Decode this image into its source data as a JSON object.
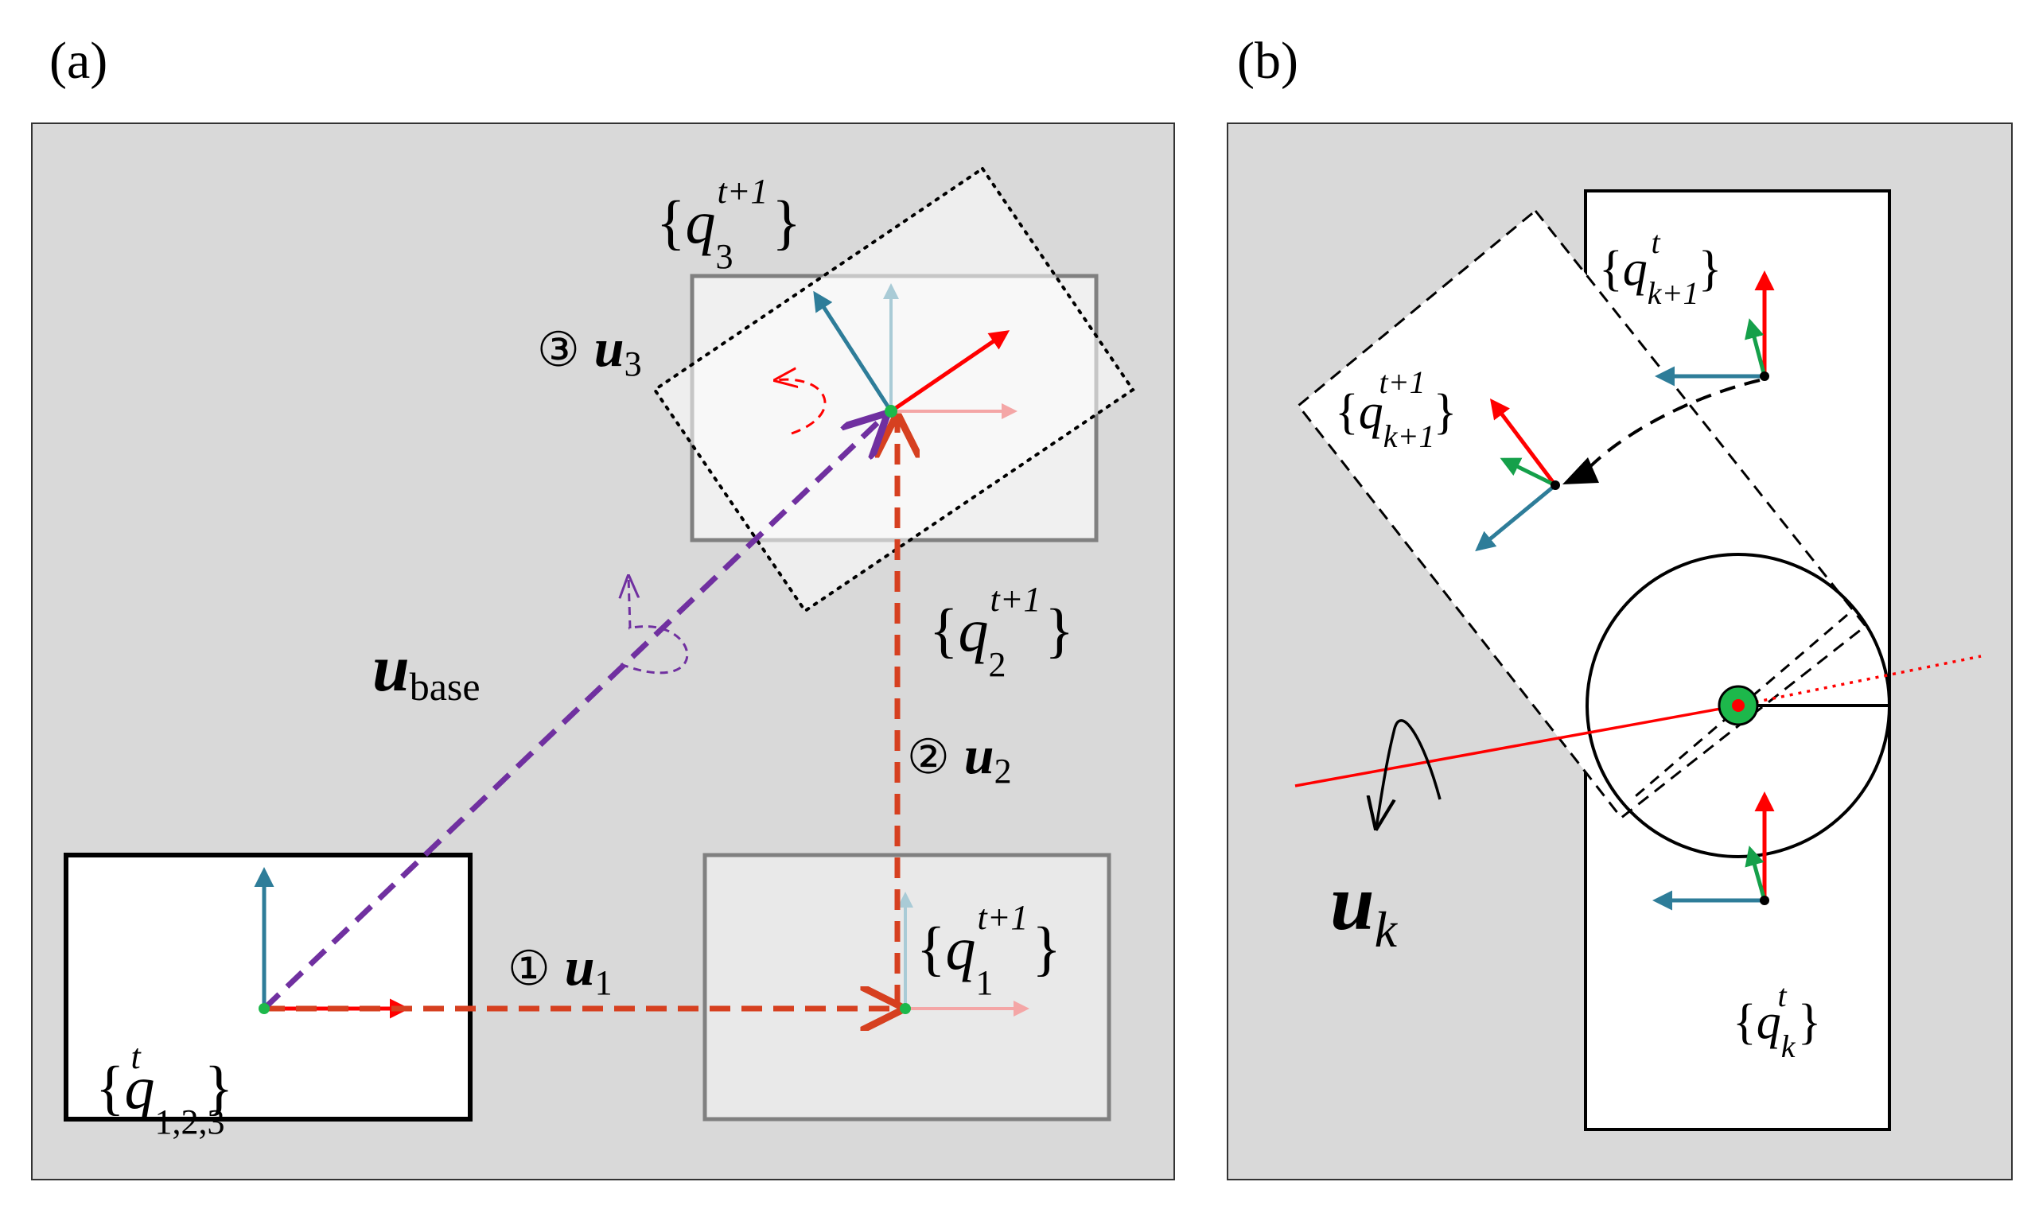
{
  "panel_a": {
    "label": "(a)",
    "frame_start": "{q^t_{1,2,3}}",
    "frame_start_sym": "q",
    "frame_start_sup": "t",
    "frame_start_sub": "1,2,3",
    "frame_1": "{q^{t+1}_1}",
    "frame_1_sup": "t+1",
    "frame_1_sub": "1",
    "frame_2": "{q^{t+1}_2}",
    "frame_2_sup": "t+1",
    "frame_2_sub": "2",
    "frame_3": "{q^{t+1}_3}",
    "frame_3_sup": "t+1",
    "frame_3_sub": "3",
    "step_1_marker": "①",
    "step_1_symbol": "u",
    "step_1_sub": "1",
    "step_2_marker": "②",
    "step_2_symbol": "u",
    "step_2_sub": "2",
    "step_3_marker": "③",
    "step_3_symbol": "u",
    "step_3_sub": "3",
    "base_symbol": "u",
    "base_sub": "base"
  },
  "panel_b": {
    "label": "(b)",
    "frame_kp1": "{q^t_{k+1}}",
    "frame_kp1_sup": "t",
    "frame_kp1_sub": "k+1",
    "frame_kp1_next": "{q^{t+1}_{k+1}}",
    "frame_kp1_next_sup": "t+1",
    "frame_kp1_next_sub": "k+1",
    "frame_k": "{q^t_k}",
    "frame_k_sup": "t",
    "frame_k_sub": "k",
    "action_symbol": "u",
    "action_sub": "k"
  },
  "colors": {
    "background": "#d9d9d9",
    "x_axis": "#ff0000",
    "x_axis_faded": "#f4a6a6",
    "y_axis": "#2e7d99",
    "y_axis_faded": "#a9cbd6",
    "z_axis": "#15a04a",
    "translation_path": "#d64020",
    "base_path": "#7030a0",
    "pivot": "#1db84b"
  }
}
